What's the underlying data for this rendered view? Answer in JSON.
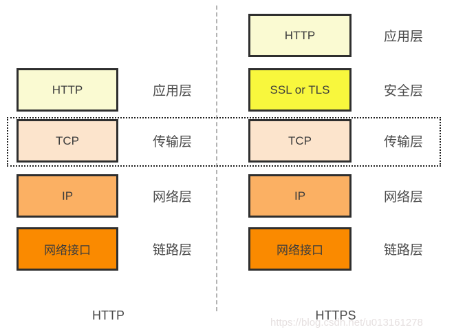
{
  "diagram": {
    "left_stack": {
      "name": "HTTP",
      "bottom_label": "HTTP",
      "layers": [
        {
          "box": "HTTP",
          "layer": "应用层",
          "fill": "#fafad2"
        },
        {
          "box": "TCP",
          "layer": "传输层",
          "fill": "#fce4cc"
        },
        {
          "box": "IP",
          "layer": "网络层",
          "fill": "#fbb063"
        },
        {
          "box": "网络接口",
          "layer": "链路层",
          "fill": "#fa8a00"
        }
      ]
    },
    "right_stack": {
      "name": "HTTPS",
      "bottom_label": "HTTPS",
      "layers": [
        {
          "box": "HTTP",
          "layer": "应用层",
          "fill": "#fafad2"
        },
        {
          "box": "SSL or TLS",
          "layer": "安全层",
          "fill": "#f8f73d"
        },
        {
          "box": "TCP",
          "layer": "传输层",
          "fill": "#fce4cc"
        },
        {
          "box": "IP",
          "layer": "网络层",
          "fill": "#fbb063"
        },
        {
          "box": "网络接口",
          "layer": "链路层",
          "fill": "#fa8a00"
        }
      ]
    },
    "watermark": "https://blog.csdn.net/u013161278",
    "colors": {
      "box_border": "#2e2e2e",
      "pale_yellow": "#fafad2",
      "bright_yellow": "#f8f73d",
      "peach": "#fce4cc",
      "light_orange": "#fbb063",
      "orange": "#fa8a00",
      "divider_gray": "#b3b3b3",
      "dotted_highlight": "#1f1f1f",
      "label_text": "#4a4a4a",
      "watermark_text": "#e6e0e0"
    }
  }
}
